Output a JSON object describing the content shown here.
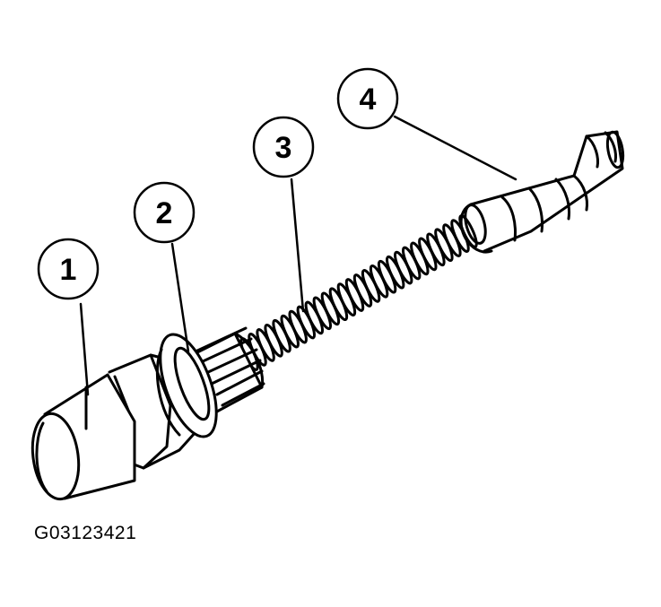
{
  "callouts": [
    {
      "label": "1"
    },
    {
      "label": "2"
    },
    {
      "label": "3"
    },
    {
      "label": "4"
    }
  ],
  "figure_id": "G03123421",
  "colors": {
    "ink": "#000000",
    "paper": "#ffffff"
  }
}
